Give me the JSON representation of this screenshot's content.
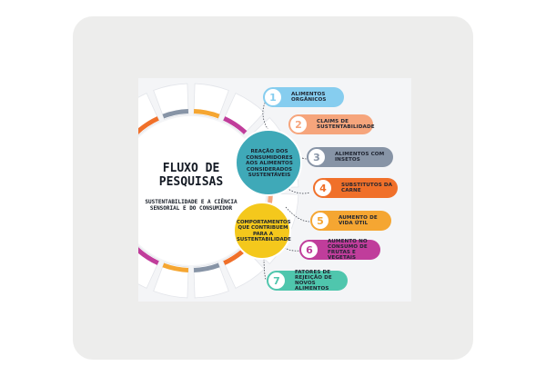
{
  "title": "FLUXO DE PESQUISAS",
  "subtitle": "SUSTENTABILIDADE E A CIÊNCIA SENSORIAL E DO CONSUMIDOR",
  "hubs": [
    {
      "label": "REAÇÃO DOS CONSUMIDORES AOS ALIMENTOS CONSIDERADOS SUSTENTÁVEIS",
      "color": "#3fa9b8"
    },
    {
      "label": "COMPORTAMENTOS QUE CONTRIBUEM PARA A SUSTENTABILIDADE",
      "color": "#f4c81c"
    }
  ],
  "items": [
    {
      "number": "1",
      "label": "ALIMENTOS ORGÂNICOS",
      "color": "#86cdef"
    },
    {
      "number": "2",
      "label": "CLAIMS DE SUSTENTABILIDADE",
      "color": "#f6a57c"
    },
    {
      "number": "3",
      "label": "ALIMENTOS COM INSETOS",
      "color": "#8794a6"
    },
    {
      "number": "4",
      "label": "SUBSTITUTOS DA CARNE",
      "color": "#f0702a"
    },
    {
      "number": "5",
      "label": "AUMENTO DE VIDA ÚTIL",
      "color": "#f5a632"
    },
    {
      "number": "6",
      "label": "AUMENTO NO CONSUMO DE FRUTAS E VEGETAIS",
      "color": "#c03d9b"
    },
    {
      "number": "7",
      "label": "FATORES DE REJEIÇÃO DE NOVOS ALIMENTOS",
      "color": "#4fc6ad"
    }
  ],
  "ring_segment_colors": [
    "#f4a57d",
    "#3aa8b6",
    "#f0702a",
    "#8794a6",
    "#f5a632",
    "#c03d9b",
    "#86cdef",
    "#4fc6ad"
  ]
}
